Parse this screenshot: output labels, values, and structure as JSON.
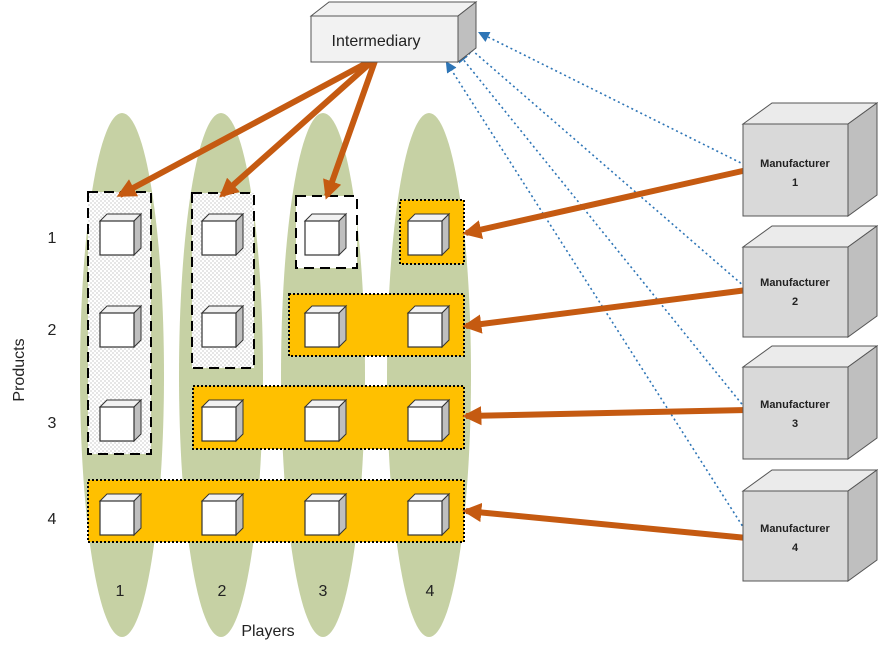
{
  "intermediary": {
    "label": "Intermediary"
  },
  "manufacturers": [
    {
      "name": "Manufacturer",
      "number": "1"
    },
    {
      "name": "Manufacturer",
      "number": "2"
    },
    {
      "name": "Manufacturer",
      "number": "3"
    },
    {
      "name": "Manufacturer",
      "number": "4"
    }
  ],
  "axes": {
    "y_label": "Products",
    "x_label": "Players",
    "product_labels": [
      "1",
      "2",
      "3",
      "4"
    ],
    "player_labels": [
      "1",
      "2",
      "3",
      "4"
    ]
  },
  "colors": {
    "ellipse": "#c6d1a4",
    "group_fill": "#ffc000",
    "arrow": "#c55a11",
    "dotted": "#2e75b6",
    "box_face": "#d9d9d9"
  }
}
